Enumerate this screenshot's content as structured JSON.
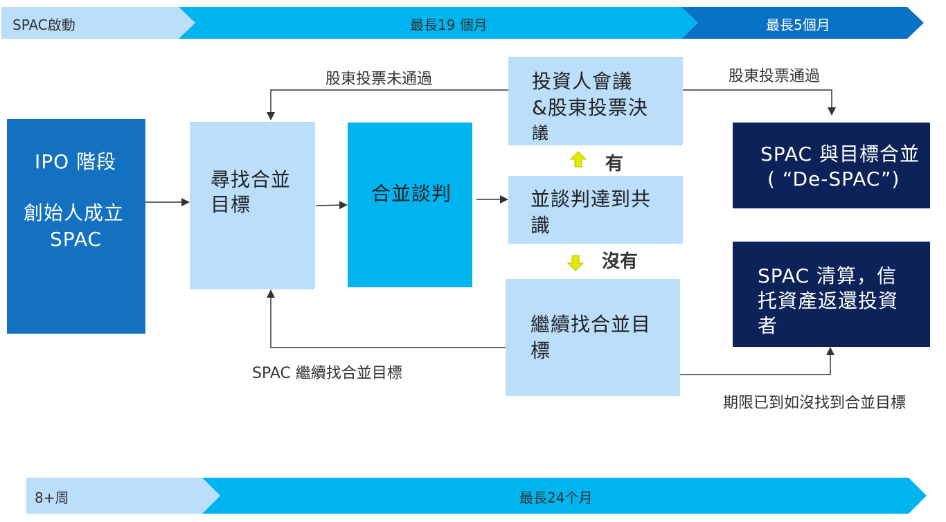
{
  "timeline_top": {
    "stage1": "SPAC啟動",
    "stage2": "最長19 個月",
    "stage3": "最長5個月"
  },
  "timeline_bottom": {
    "stage1": "8+周",
    "stage2": "最長24个月"
  },
  "boxes": {
    "ipo": {
      "line1": "IPO 階段",
      "line2": "創始人成立",
      "line3": "SPAC"
    },
    "find_target": {
      "line1": "尋找合並",
      "line2": "目標"
    },
    "negotiation": {
      "line1": "合並談判"
    },
    "meeting": {
      "line1": "投資人會議",
      "line2": "&股東投票決",
      "line3": "議"
    },
    "agreement": {
      "line1": "並談判達到共",
      "line2": "識"
    },
    "continue_search": {
      "line1": "繼續找合並目",
      "line2": "標"
    },
    "despac": {
      "line1": "SPAC 與目標合並",
      "line2": "( “De-SPAC”)"
    },
    "liquidation": {
      "line1": "SPAC 清算，信",
      "line2": "托資產返還投資",
      "line3": "者"
    }
  },
  "labels": {
    "vote_failed": "股東投票未通過",
    "vote_passed": "股東投票通過",
    "yes": "有",
    "no": "沒有",
    "spac_continue": "SPAC 繼續找合並目標",
    "deadline": "期限已到如沒找到合並目標"
  },
  "colors": {
    "light_box": "#bbdefb",
    "cyan_box": "#00b4f0",
    "blue_box": "#1470c0",
    "navy_box": "#0c2258",
    "timeline_light": "#bbdefb",
    "timeline_cyan": "#00b4f0",
    "timeline_dark": "#0a72c6",
    "yes_no_arrow": "#e2ea00"
  }
}
